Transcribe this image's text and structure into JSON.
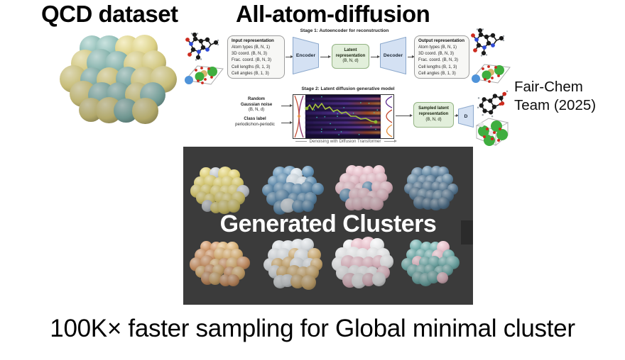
{
  "titles": {
    "dataset": "QCD dataset",
    "method": "All-atom-diffusion",
    "citation": "Fair-Chem Team (2025)",
    "bottom": "100K× faster sampling for Global minimal cluster"
  },
  "figure": {
    "stage1": {
      "title": "Stage 1: Autoencoder for reconstruction",
      "input_title": "Input representation",
      "input_lines": [
        "Atom types (B, N, 1)",
        "3D coord. (B, N, 3)",
        "Frac. coord. (B, N, 3)",
        "Cell lengths (B, 1, 3)",
        "Cell angles (B, 1, 3)"
      ],
      "encoder": "Encoder",
      "latent_line1": "Latent",
      "latent_line2": "representation",
      "latent_line3": "(B, N, d)",
      "decoder": "Decoder",
      "output_title": "Output representation",
      "output_lines": [
        "Atom types (B, N, 1)",
        "3D coord. (B, N, 3)",
        "Frac. coord. (B, N, 3)",
        "Cell lengths (B, 1, 3)",
        "Cell angles (B, 1, 3)"
      ]
    },
    "stage2": {
      "title": "Stage 2: Latent diffusion generative model",
      "noise_line1": "Random",
      "noise_line2": "Gaussian noise",
      "noise_line3": "(B, N, d)",
      "class_line1": "Class label",
      "class_line2": "periodic/non-periodic",
      "sampled_line1": "Sampled latent",
      "sampled_line2": "representation",
      "sampled_line3": "(B, N, d)",
      "d_label": "D",
      "caption": "Denoising with Diffusion Transformer"
    }
  },
  "panel": {
    "label": "Generated Clusters"
  },
  "clusters": {
    "qcd": {
      "name": "tan-teal",
      "colors": [
        "#cfc47c",
        "#7fada6"
      ],
      "mix": 0.62
    },
    "generated": [
      {
        "name": "yellow-silver",
        "colors": [
          "#ccbe69",
          "#b6bbc0"
        ],
        "mix": 0.72
      },
      {
        "name": "blue-white",
        "colors": [
          "#5b86a7",
          "#c3cdd4"
        ],
        "mix": 0.74
      },
      {
        "name": "pink-blue",
        "colors": [
          "#d5afb9",
          "#5b86a7"
        ],
        "mix": 0.78
      },
      {
        "name": "steel-blue",
        "colors": [
          "#54748e",
          "#5e8099"
        ],
        "mix": 0.85
      },
      {
        "name": "copper-tan",
        "colors": [
          "#c08a5e",
          "#c8a26a"
        ],
        "mix": 0.55
      },
      {
        "name": "silver-tan",
        "colors": [
          "#c5c9cc",
          "#c2a26c"
        ],
        "mix": 0.62
      },
      {
        "name": "white-pink",
        "colors": [
          "#d8d9da",
          "#d5afb9"
        ],
        "mix": 0.6
      },
      {
        "name": "teal-pink",
        "colors": [
          "#6aa2a0",
          "#d5afb9"
        ],
        "mix": 0.8
      }
    ]
  },
  "colors": {
    "panel_bg": "#3b3b3b",
    "heatmap_bg": "#160d31",
    "rep_box_bg": "#f7f7f5",
    "rep_box_border": "#9d9d9d",
    "trap_blue": "#d4e1f3",
    "trap_blue_border": "#8ba8cc",
    "latent_green": "#e2efdb",
    "latent_green_border": "#93b383",
    "arrow": "#4a4a4a",
    "noise_trajectory": "#a6c23c",
    "noise_dots": "#3ad6c4"
  }
}
